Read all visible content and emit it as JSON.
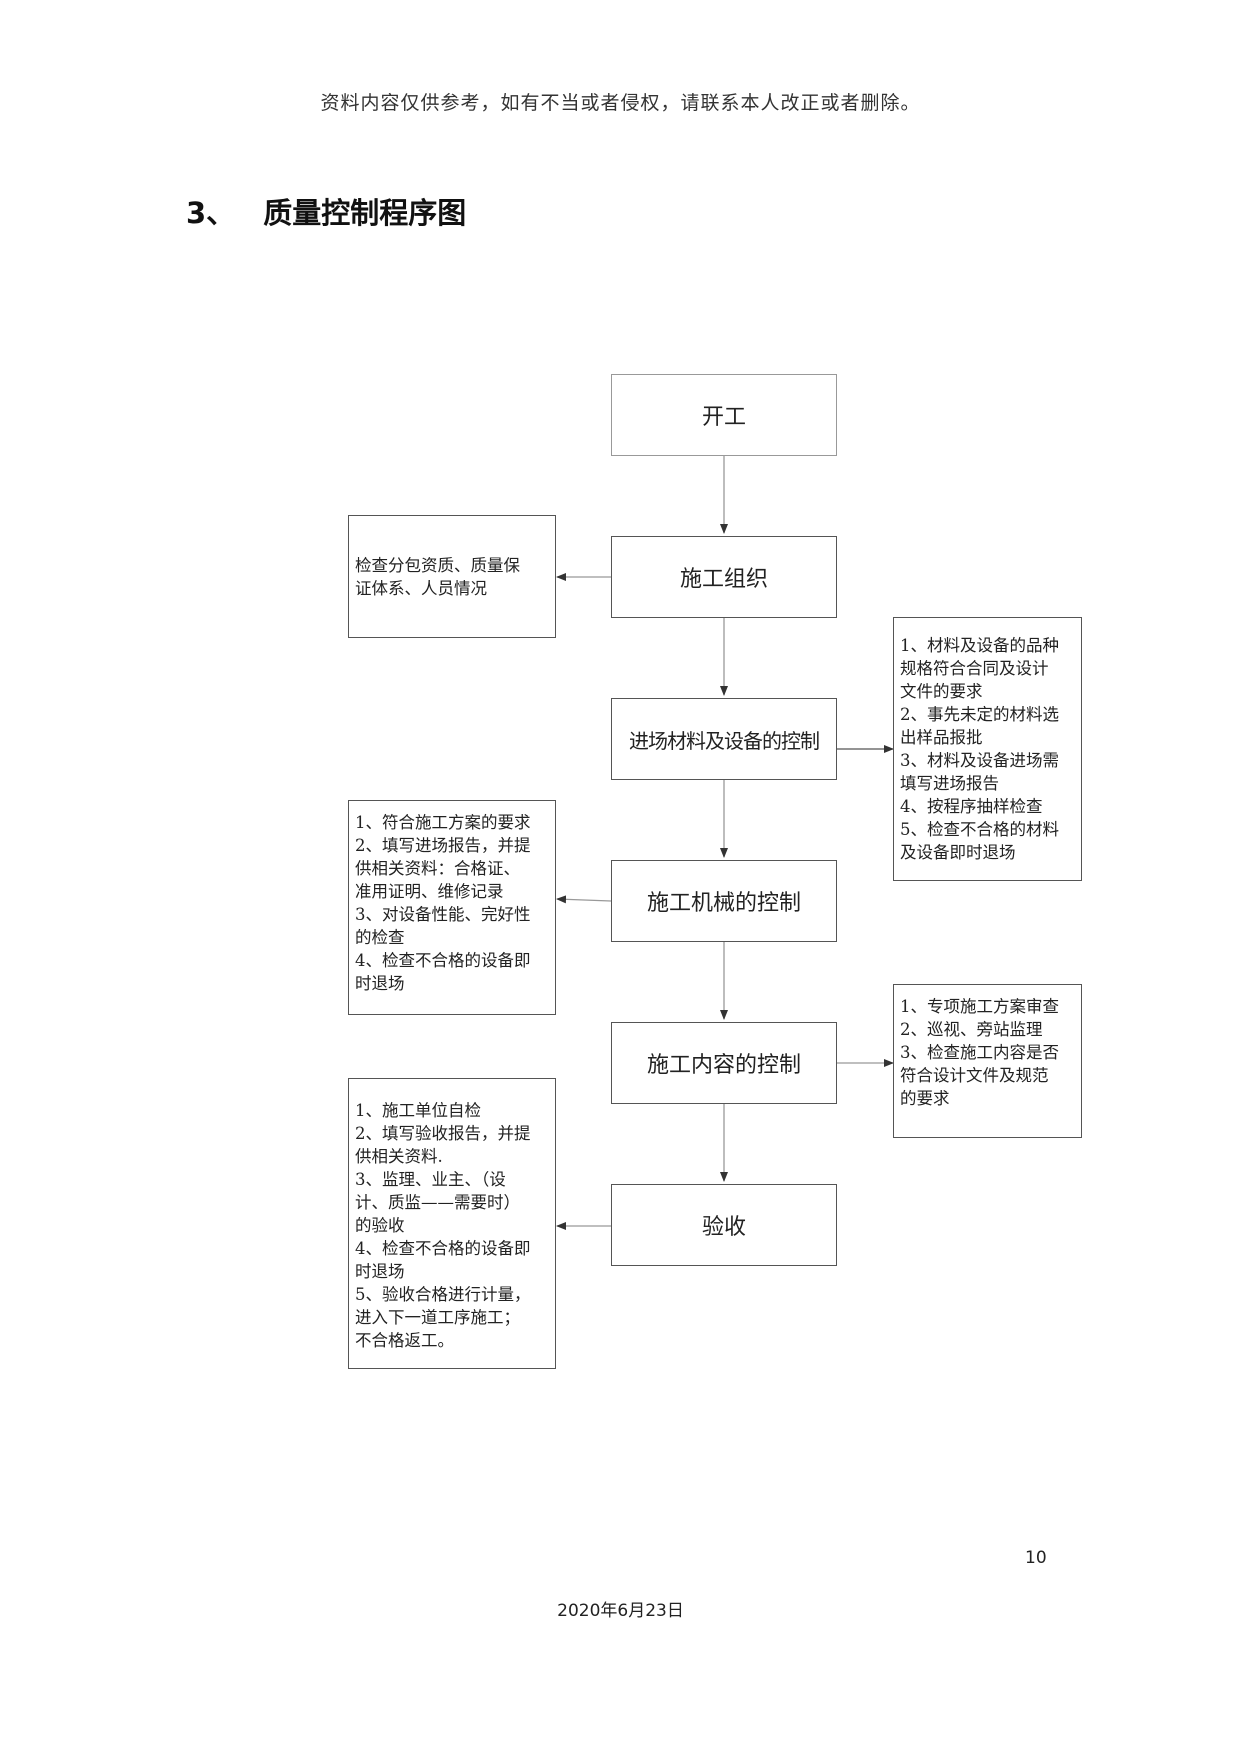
{
  "header": {
    "disclaimer": "资料内容仅供参考，如有不当或者侵权，请联系本人改正或者删除。"
  },
  "section": {
    "number": "3、",
    "title": "质量控制程序图"
  },
  "flow": {
    "steps": [
      {
        "label": "开工"
      },
      {
        "label": "施工组织"
      },
      {
        "label": "进场材料及设备的控制"
      },
      {
        "label": "施工机械的控制"
      },
      {
        "label": "施工内容的控制"
      },
      {
        "label": "验收"
      }
    ],
    "notes": {
      "organization": {
        "lines": [
          "检查分包资质、质量保",
          "证体系、人员情况"
        ]
      },
      "materials": {
        "lines": [
          "1、材料及设备的品种",
          "规格符合合同及设计",
          "文件的要求",
          "2、事先未定的材料选",
          "出样品报批",
          "3、材料及设备进场需",
          "填写进场报告",
          "4、按程序抽样检查",
          "5、检查不合格的材料",
          "及设备即时退场"
        ]
      },
      "machinery": {
        "lines": [
          "1、符合施工方案的要求",
          "2、填写进场报告，并提",
          "供相关资料：合格证、",
          "准用证明、维修记录",
          "3、对设备性能、完好性",
          "的检查",
          "4、检查不合格的设备即",
          "时退场"
        ]
      },
      "content": {
        "lines": [
          "1、专项施工方案审查",
          "2、巡视、旁站监理",
          "3、检查施工内容是否",
          "符合设计文件及规范",
          "的要求"
        ]
      },
      "acceptance": {
        "lines": [
          "1、施工单位自检",
          "2、填写验收报告，并提",
          "供相关资料.",
          "3、监理、业主、（设",
          "计、质监——需要时）",
          "的验收",
          "4、检查不合格的设备即",
          "时退场",
          "5、验收合格进行计量，",
          "进入下一道工序施工；",
          "不合格返工。"
        ]
      }
    }
  },
  "footer": {
    "page_number": "10",
    "date": "2020年6月23日"
  }
}
